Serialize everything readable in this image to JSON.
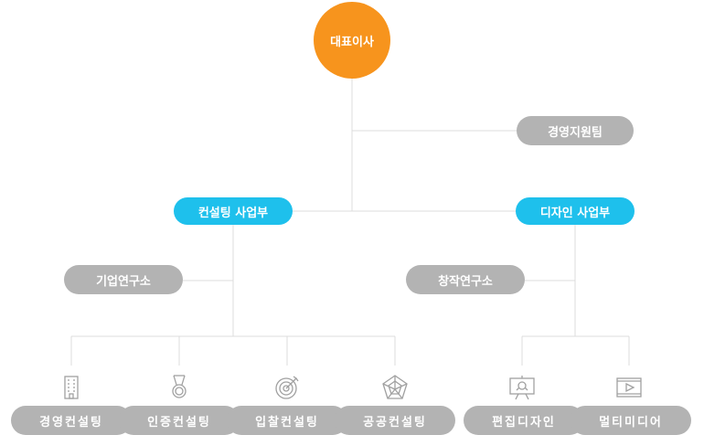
{
  "ceo": "대표이사",
  "support_team": "경영지원팀",
  "divisions": [
    {
      "name": "컨설팅 사업부",
      "lab": "기업연구소",
      "teams": [
        {
          "label": "경영컨설팅",
          "icon": "building-icon"
        },
        {
          "label": "인증컨설팅",
          "icon": "medal-icon"
        },
        {
          "label": "입찰컨설팅",
          "icon": "target-icon"
        },
        {
          "label": "공공컨설팅",
          "icon": "radar-icon"
        }
      ]
    },
    {
      "name": "디자인 사업부",
      "lab": "창작연구소",
      "teams": [
        {
          "label": "편집디자인",
          "icon": "easel-icon"
        },
        {
          "label": "멀티미디어",
          "icon": "video-play-icon"
        }
      ]
    }
  ],
  "colors": {
    "ceo": "#f7941d",
    "division": "#1ec0ec",
    "unit": "#b3b3b3",
    "line": "#dcdcdc",
    "icon": "#a0a0a0"
  }
}
